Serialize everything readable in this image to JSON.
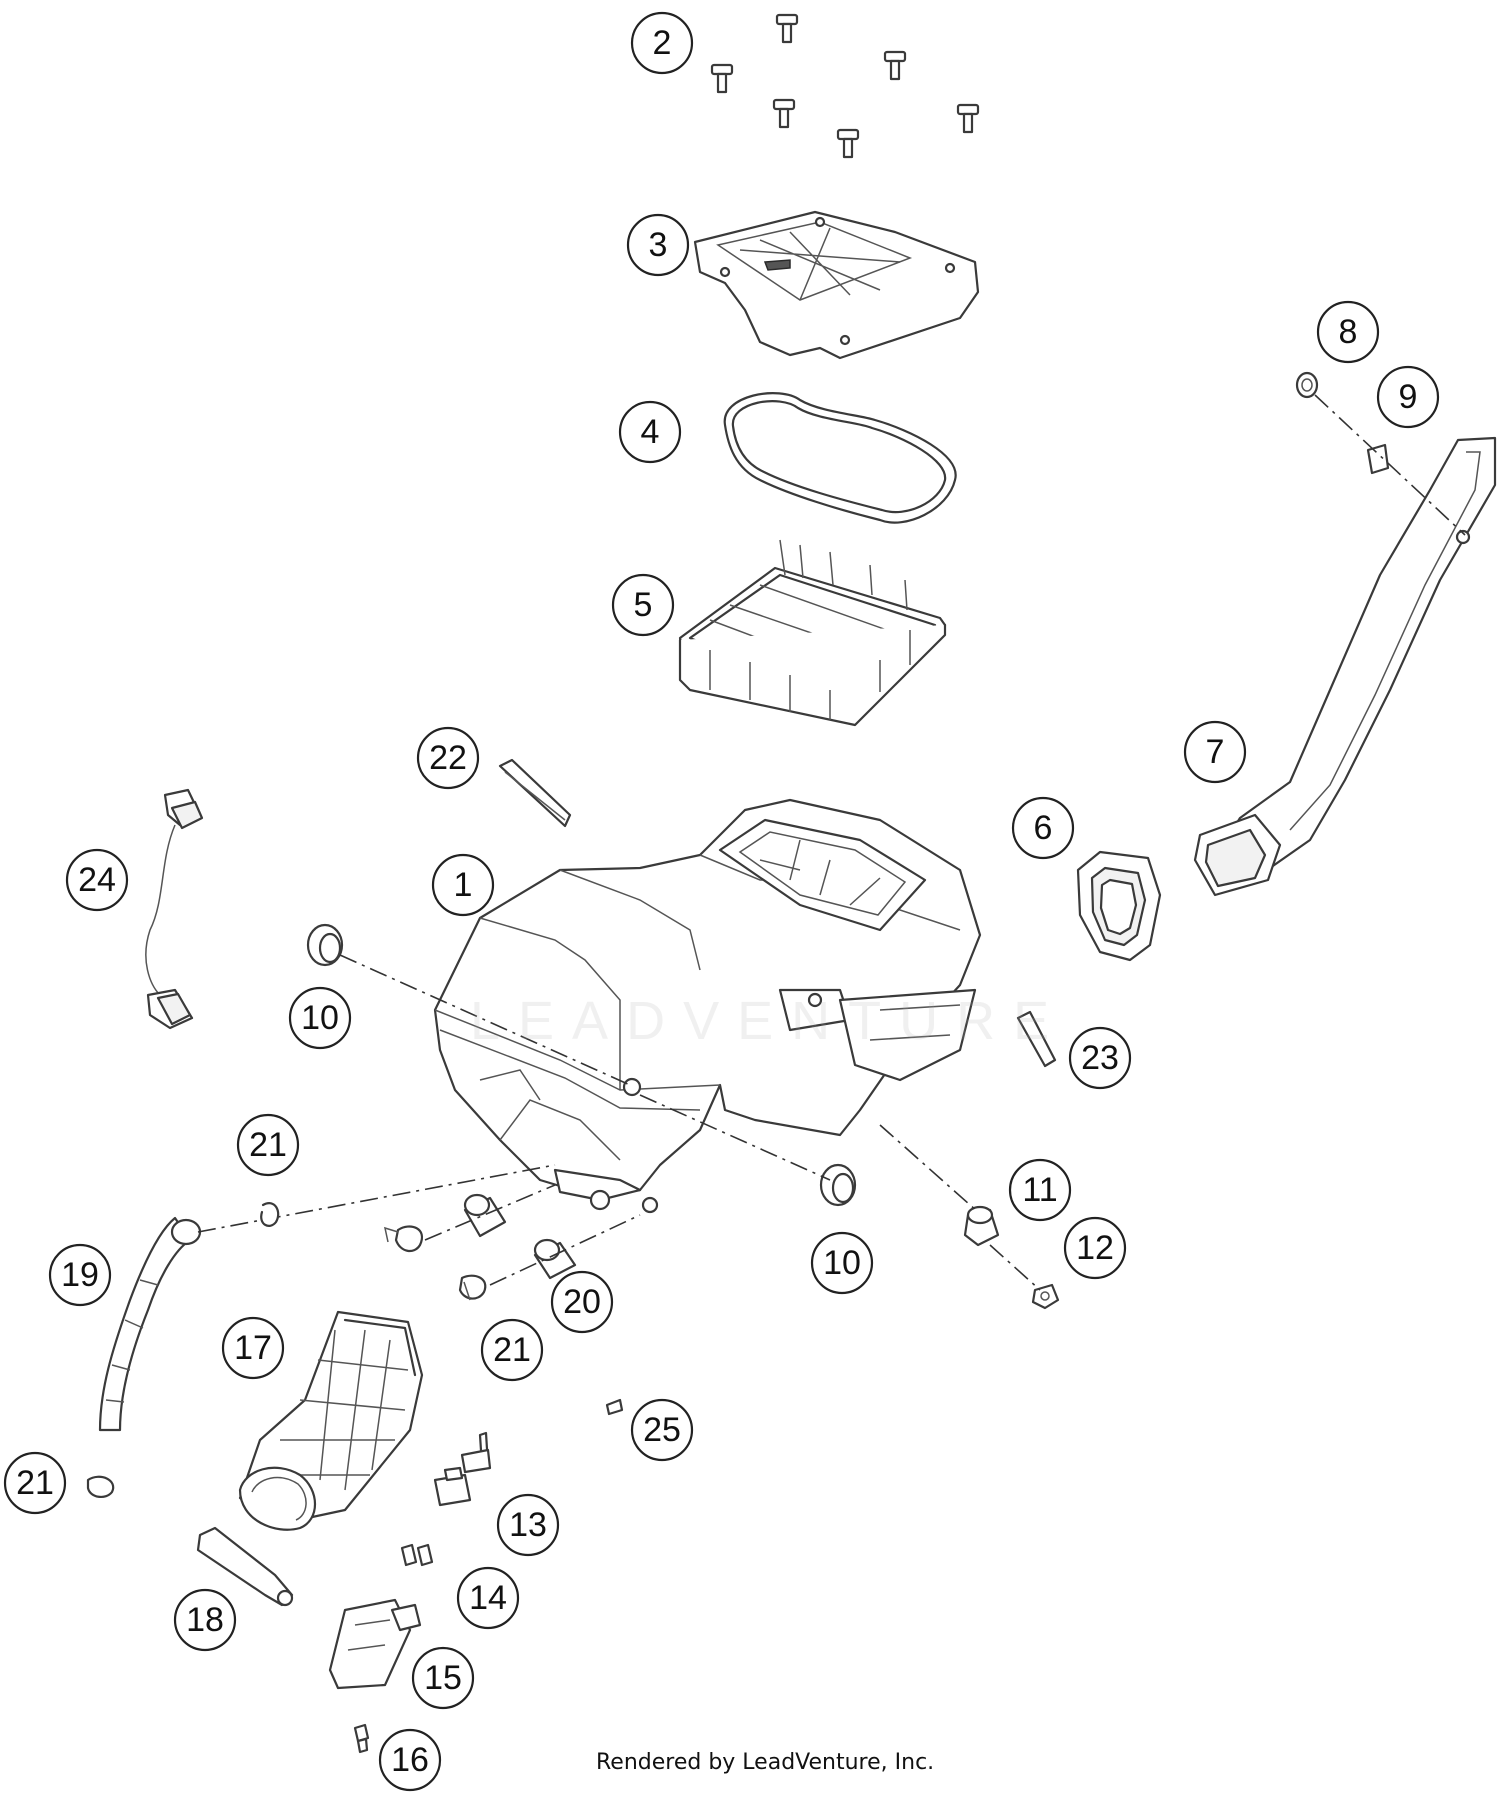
{
  "watermark": "LEADVENTURE",
  "footer": "Rendered by LeadVenture, Inc.",
  "callouts": [
    "2",
    "3",
    "4",
    "5",
    "1",
    "6",
    "7",
    "8",
    "9",
    "10",
    "10",
    "11",
    "12",
    "13",
    "14",
    "15",
    "16",
    "17",
    "18",
    "19",
    "20",
    "21",
    "21",
    "21",
    "22",
    "23",
    "24",
    "25"
  ]
}
